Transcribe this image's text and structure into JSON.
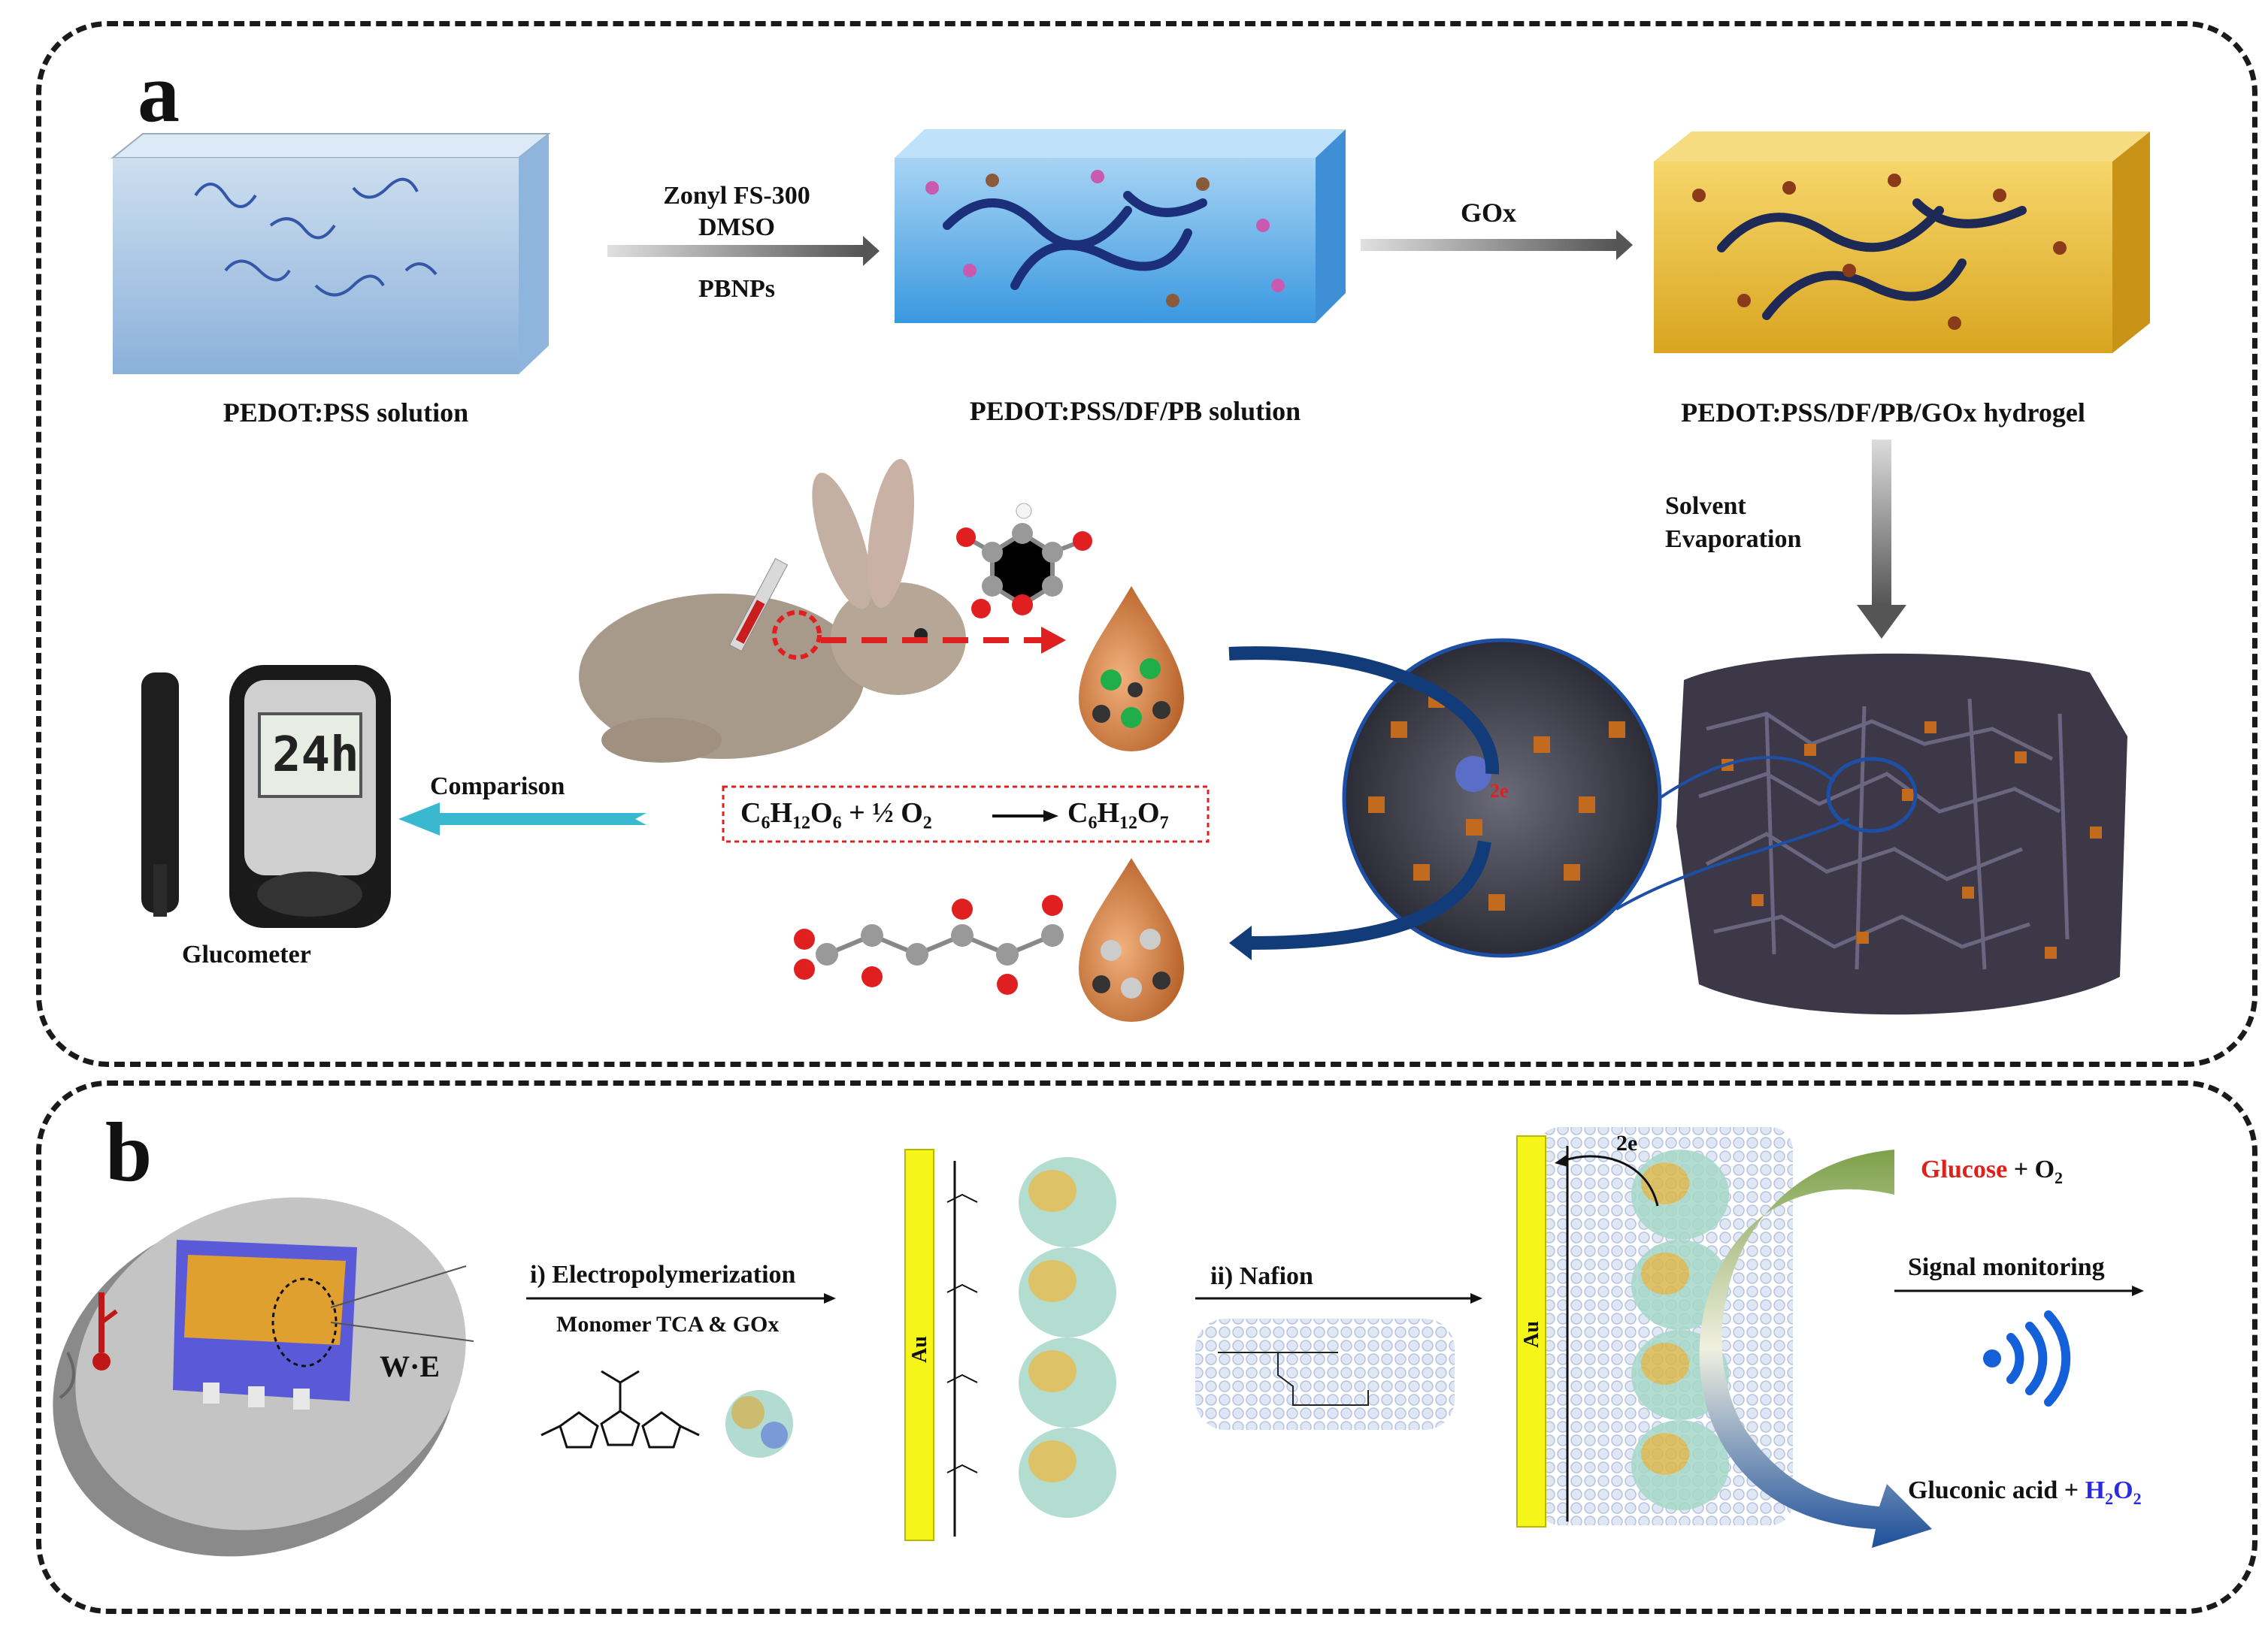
{
  "panel_a": {
    "label": "a",
    "step1_reagents": {
      "line1": "Zonyl FS-300",
      "line2": "DMSO",
      "line3": "PBNPs"
    },
    "step2_reagent": "GOx",
    "solution1_caption": "PEDOT:PSS solution",
    "solution2_caption": "PEDOT:PSS/DF/PB solution",
    "hydrogel_caption": "PEDOT:PSS/DF/PB/GOx hydrogel",
    "evaporation": {
      "line1": "Solvent",
      "line2": "Evaporation"
    },
    "comparison": "Comparison",
    "glucometer_caption": "Glucometer",
    "glucometer_display": "24h",
    "electrons": "2e",
    "reaction": {
      "reactant_main": "C",
      "r_s1": "6",
      "r_h": "H",
      "r_s2": "12",
      "r_o": "O",
      "r_s3": "6",
      "plus_half_o2": " + ½ O",
      "o2_sub": "2",
      "product_main": "C",
      "p_s1": "6",
      "p_h": "H",
      "p_s2": "12",
      "p_o": "O",
      "p_s3": "7"
    }
  },
  "panel_b": {
    "label": "b",
    "working_electrode": "W·E",
    "step1": "i) Electropolymerization",
    "step1_sub": "Monomer TCA  & GOx",
    "step2": "ii) Nafion",
    "gold1": "Au",
    "gold2": "Au",
    "electrons": "2e",
    "glucose_word": "Glucose",
    "plus_o2": " + O",
    "o2_sub": "2",
    "signal": "Signal  monitoring",
    "gluconic": "Gluconic acid + ",
    "h2o2_h": "H",
    "h2o2_s1": "2",
    "h2o2_o": "O",
    "h2o2_s2": "2"
  },
  "colors": {
    "glucose_red": "#e0201b",
    "peroxide_blue": "#2a2ae0",
    "gold_yellow": "#f5f51a",
    "comparison_arrow": "#3ab8d0",
    "dark_blue_arrow": "#123b7a",
    "hydrogel_gold": "#e8b830",
    "chip_blue": "#5a5ad8"
  }
}
